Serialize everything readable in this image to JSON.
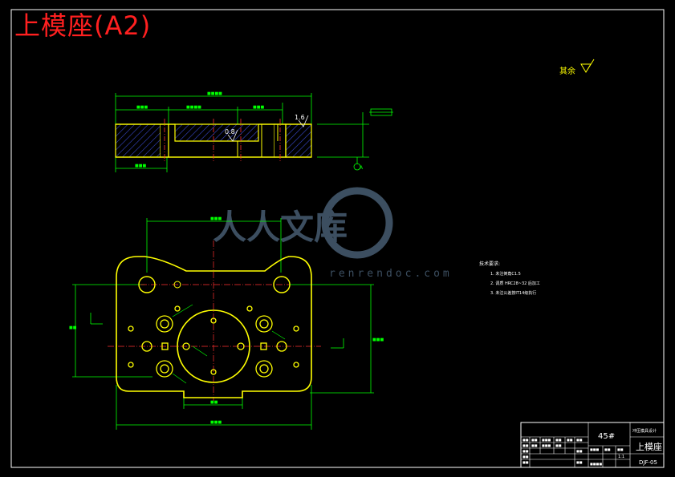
{
  "header": {
    "title": "上模座(A2)"
  },
  "roughness_note": {
    "label": "其余",
    "symbol": "▽"
  },
  "side_view": {
    "roughness_top": "1.6",
    "roughness_mid": "0.8",
    "datum": "A"
  },
  "watermark": {
    "text": "人人文库",
    "url": "renrendoc.com"
  },
  "notes": {
    "heading": "技术要求:",
    "items": [
      "1. 未注倒角C1.5",
      "2. 调质 HRC28~32 后加工",
      "3. 未注公差按IT14级执行"
    ]
  },
  "title_block": {
    "material": "45#",
    "part_name": "上模座",
    "drawing_no": "DJF-05",
    "scale": "1:1",
    "company": "冲压模具设计"
  },
  "colors": {
    "outline": "#ffff00",
    "dims": "#00ff00",
    "center": "#ff3030",
    "frame": "#ffffff",
    "hatch": "#3a4ad0",
    "watermark": "#6d8fb0"
  }
}
